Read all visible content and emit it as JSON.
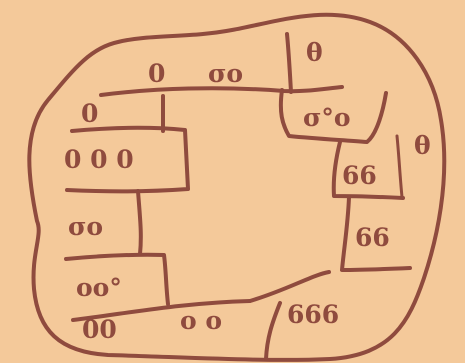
{
  "sketch": {
    "paper_color": "#f4c99a",
    "ink_color": "#8f4b3e",
    "symbols": [
      {
        "id": "s1",
        "text": "0"
      },
      {
        "id": "s2",
        "text": "σο"
      },
      {
        "id": "s3",
        "text": "θ"
      },
      {
        "id": "s4",
        "text": "0"
      },
      {
        "id": "s5",
        "text": "σ°ο"
      },
      {
        "id": "s6",
        "text": "0 0 0"
      },
      {
        "id": "s7",
        "text": "θ"
      },
      {
        "id": "s8",
        "text": "66"
      },
      {
        "id": "s9",
        "text": "σο"
      },
      {
        "id": "s10",
        "text": "66"
      },
      {
        "id": "s11",
        "text": "οο°"
      },
      {
        "id": "s12",
        "text": "666"
      },
      {
        "id": "s13",
        "text": "00"
      },
      {
        "id": "s14",
        "text": "ο ο"
      }
    ]
  }
}
